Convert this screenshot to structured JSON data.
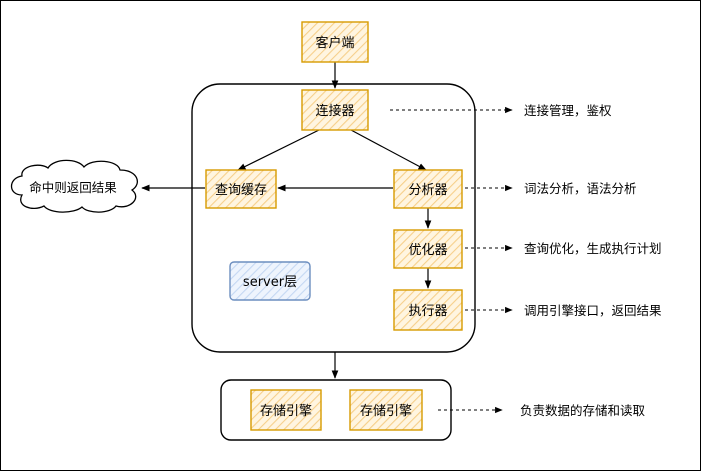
{
  "nodes": {
    "client": "客户端",
    "connector": "连接器",
    "query_cache": "查询缓存",
    "analyzer": "分析器",
    "optimizer": "优化器",
    "executor": "执行器",
    "server_layer": "server层",
    "storage_engine_1": "存储引擎",
    "storage_engine_2": "存储引擎",
    "cache_hit": "命中则返回结果"
  },
  "annotations": {
    "connector": "连接管理，鉴权",
    "analyzer": "词法分析，语法分析",
    "optimizer": "查询优化，生成执行计划",
    "executor": "调用引擎接口，返回结果",
    "storage": "负责数据的存储和读取"
  },
  "colors": {
    "node_fill": "#fde9c4",
    "node_stroke": "#d79b00",
    "server_fill": "#dae8fc",
    "server_stroke": "#6c8ebf",
    "line": "#000000"
  }
}
